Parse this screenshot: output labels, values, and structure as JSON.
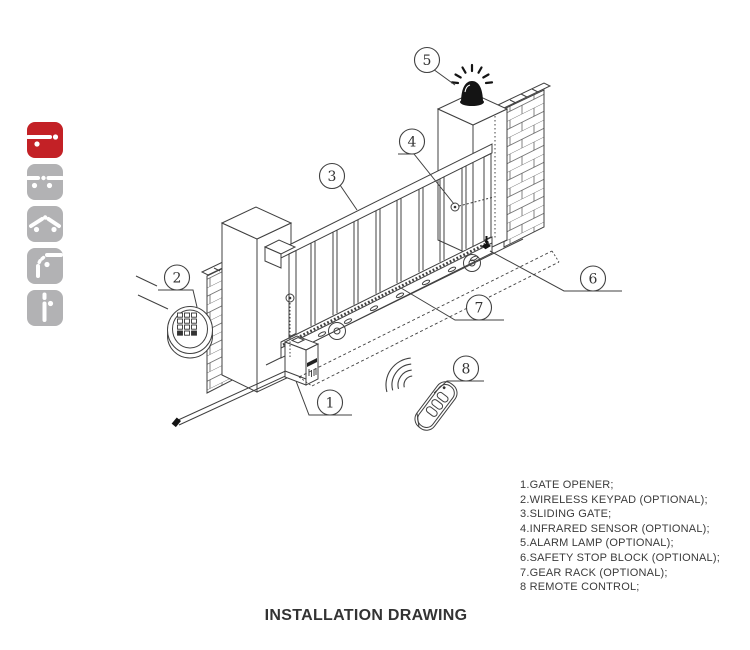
{
  "title": "INSTALLATION DRAWING",
  "sidebar": {
    "active_color": "#c32126",
    "inactive_color": "#b2b2b4",
    "items": [
      {
        "name": "sliding-gate-opener",
        "active": true
      },
      {
        "name": "double-sliding-gate-opener",
        "active": false
      },
      {
        "name": "double-swing-gate-opener",
        "active": false
      },
      {
        "name": "single-swing-gate-opener",
        "active": false
      },
      {
        "name": "barrier-gate-opener",
        "active": false
      }
    ]
  },
  "callouts": [
    "1",
    "2",
    "3",
    "4",
    "5",
    "6",
    "7",
    "8"
  ],
  "legend": {
    "items": [
      "1.GATE OPENER;",
      "2.WIRELESS KEYPAD (OPTIONAL);",
      "3.SLIDING GATE;",
      "4.INFRARED SENSOR (OPTIONAL);",
      "5.ALARM LAMP (OPTIONAL);",
      "6.SAFETY STOP BLOCK (OPTIONAL);",
      "7.GEAR RACK (OPTIONAL);",
      "8 REMOTE CONTROL;"
    ]
  },
  "diagram": {
    "line_color": "#404040",
    "parts": [
      "brick wall",
      "left pillar",
      "right pillar",
      "sliding gate",
      "gate opener motor",
      "wireless keypad",
      "infrared sensors",
      "alarm lamp",
      "safety stop block",
      "gear rack",
      "remote control"
    ]
  }
}
